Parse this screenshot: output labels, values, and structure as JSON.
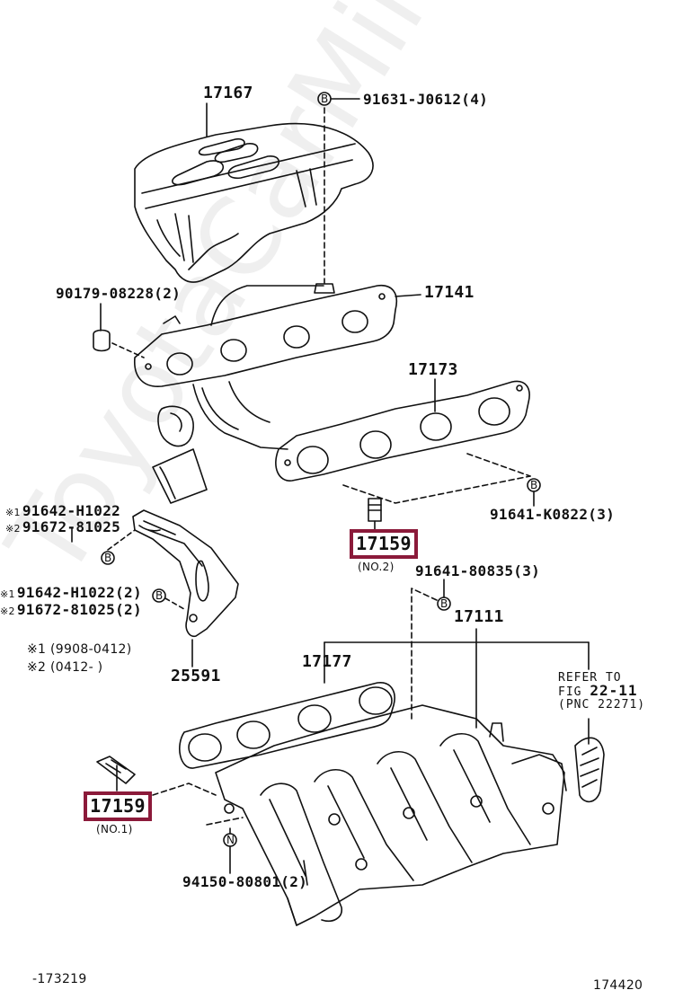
{
  "diagram": {
    "title": "Exhaust & Intake Manifold parts diagram",
    "watermark": "ToyotaCarMine.ru",
    "highlight_color": "#8b1a3a",
    "line_color": "#111111",
    "parts": {
      "heat_insulator": "17167",
      "bolt_top": "91631-J0612(4)",
      "nut_left": "90179-08228(2)",
      "exhaust_manifold": "17141",
      "exhaust_gasket": "17173",
      "stud_right": "91641-K0822(3)",
      "stud_no2": {
        "number": "17159",
        "sub": "(NO.2)"
      },
      "stud_mid": "91641-80835(3)",
      "intake_manifold": "17111",
      "intake_gasket": "17177",
      "bracket": "25591",
      "bracket_bolt_a": {
        "mark": "※1",
        "number": "91642-H1022"
      },
      "bracket_bolt_b": {
        "mark": "※2",
        "number": "91672-81025"
      },
      "bracket_bolt_c": {
        "mark": "※1",
        "number": "91642-H1022(2)"
      },
      "bracket_bolt_d": {
        "mark": "※2",
        "number": "91672-81025(2)"
      },
      "stud_no1": {
        "number": "17159",
        "sub": "(NO.1)"
      },
      "nut_bottom": "94150-80801(2)"
    },
    "notes": {
      "note1": "※1 (9908-0412)",
      "note2": "※2 (0412-    )"
    },
    "reference": {
      "line1": "REFER TO",
      "line2_prefix": "FIG",
      "line2_fig": "22-11",
      "line3": "(PNC 22271)"
    },
    "callout_symbols": {
      "b": "B",
      "n": "N"
    },
    "footer": {
      "left_id": "-173219",
      "right_id": "174420"
    }
  }
}
